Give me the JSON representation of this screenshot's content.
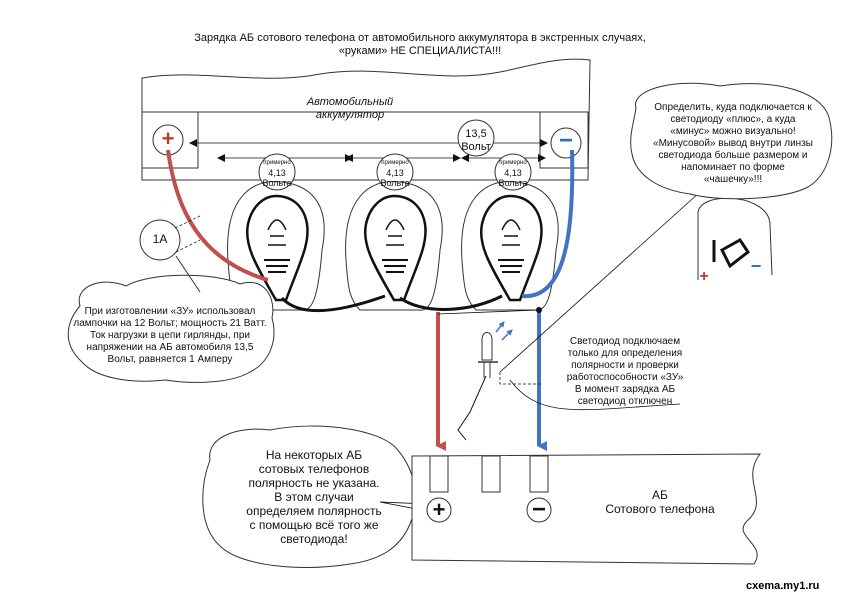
{
  "title": {
    "line1": "Зарядка АБ сотового телефона от автомобильного аккумулятора в экстренных случаях,",
    "line2": "«руками» НЕ СПЕЦИАЛИСТА!!!"
  },
  "car_battery": {
    "label_line1": "Автомобильный",
    "label_line2": "аккумулятор",
    "voltage_line1": "13,5",
    "voltage_line2": "Вольт"
  },
  "lamps": [
    {
      "approx": "примерно",
      "voltage": "4,13",
      "unit": "Вольта"
    },
    {
      "approx": "примерно",
      "voltage": "4,13",
      "unit": "Вольта"
    },
    {
      "approx": "примерно",
      "voltage": "4,13",
      "unit": "Вольта"
    }
  ],
  "current_label": "1А",
  "notes": {
    "lamps_note": "При изготовлении «ЗУ» использовал\nлампочки на 12 Вольт; мощность 21 Ватт.\nТок нагрузки в цепи гирлянды, при\nнапряжении на АБ автомобиля 13,5\nВольт, равняется 1 Амперу",
    "polarity_note": "Определить, куда подключается к\nсветодиоду «плюс», а куда\n«минус» можно визуально!\n«Минусовой» вывод внутри линзы\nсветодиода больше размером и\nнапоминает по форме\n«чашечку»!!!",
    "led_note": "Светодиод подключаем\nтолько для определения\nполярности и проверки\nработоспособности «ЗУ»\nВ момент зарядка АБ\nсветодиод отключен",
    "unmarked_note": "На некоторых АБ\nсотовых телефонов\nполярность не указана.\nВ этом случаи\nопределяем полярность\nс помощью всё того же\nсветодиода!"
  },
  "phone_battery": {
    "label_line1": "АБ",
    "label_line2": "Сотового телефона"
  },
  "symbols": {
    "plus": "+",
    "minus": "−"
  },
  "watermark": "cxema.my1.ru",
  "colors": {
    "positive_wire": "#c0504d",
    "negative_wire": "#4472c4",
    "wire": "#111111",
    "outline": "#333333",
    "plus_sign": "#c0392b",
    "minus_sign": "#2e6bd1"
  }
}
